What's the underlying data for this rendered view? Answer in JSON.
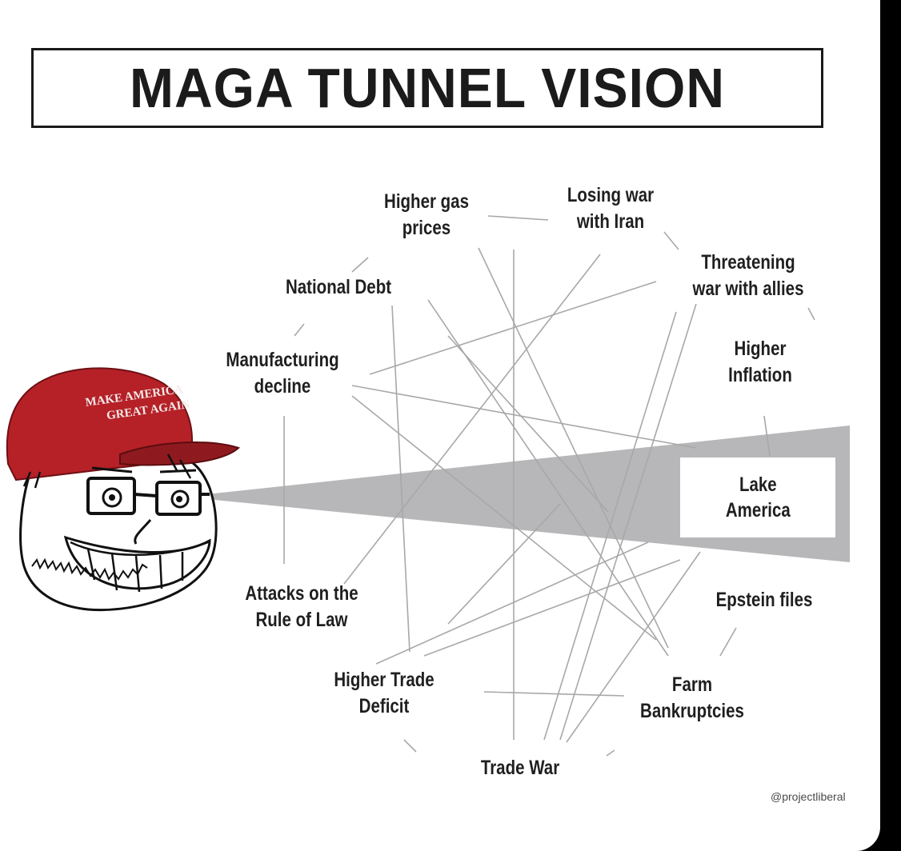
{
  "title": "MAGA TUNNEL VISION",
  "hat_text": {
    "line1": "MAKE AMERICA",
    "line2": "GREAT AGAIN"
  },
  "focus": {
    "line1": "Lake",
    "line2": "America"
  },
  "issues": {
    "higher_gas": {
      "line1": "Higher gas",
      "line2": "prices"
    },
    "losing_war": {
      "line1": "Losing war",
      "line2": "with Iran"
    },
    "threatening_war": {
      "line1": "Threatening",
      "line2": "war with allies"
    },
    "national_debt": {
      "line1": "National Debt"
    },
    "higher_inflation": {
      "line1": "Higher",
      "line2": "Inflation"
    },
    "manufacturing": {
      "line1": "Manufacturing",
      "line2": "decline"
    },
    "epstein": {
      "line1": "Epstein files"
    },
    "rule_of_law": {
      "line1": "Attacks on the",
      "line2": "Rule of Law"
    },
    "trade_deficit": {
      "line1": "Higher Trade",
      "line2": "Deficit"
    },
    "farm": {
      "line1": "Farm",
      "line2": "Bankruptcies"
    },
    "trade_war": {
      "line1": "Trade War"
    }
  },
  "watermark": "@projectliberal",
  "colors": {
    "hat_red": "#b52127",
    "beam_gray": "#b7b7b9",
    "line_gray": "#a8a8a8",
    "text_dark": "#1f1f1f"
  }
}
